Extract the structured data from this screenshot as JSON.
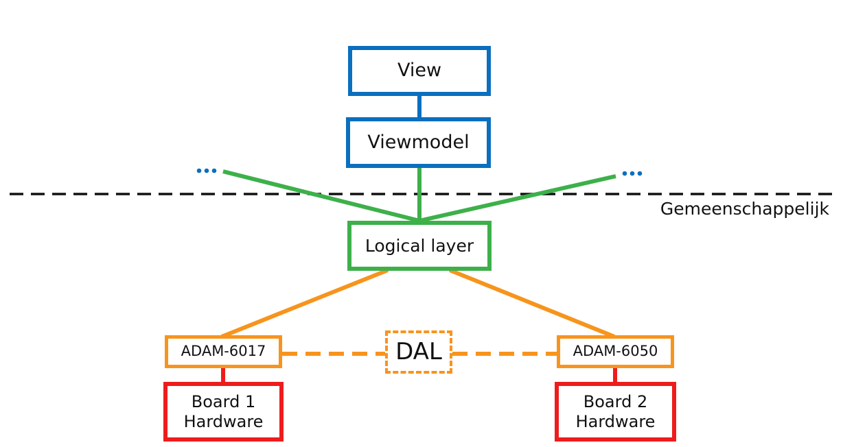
{
  "labels": {
    "view": "View",
    "viewmodel": "Viewmodel",
    "shared_section": "Gemeenschappelijk",
    "logical_layer": "Logical layer",
    "adam_left": "ADAM-6017",
    "adam_right": "ADAM-6050",
    "dal": "DAL",
    "board_left_line1": "Board 1",
    "board_left_line2": "Hardware",
    "board_right_line1": "Board 2",
    "board_right_line2": "Hardware"
  },
  "colors": {
    "view_layer": "#0a6fbf",
    "logic_links": "#3db04a",
    "data_access": "#f7941d",
    "hardware": "#ee1c1c",
    "separator": "#111111"
  },
  "icons": {
    "continuation": "ellipsis-dots"
  }
}
